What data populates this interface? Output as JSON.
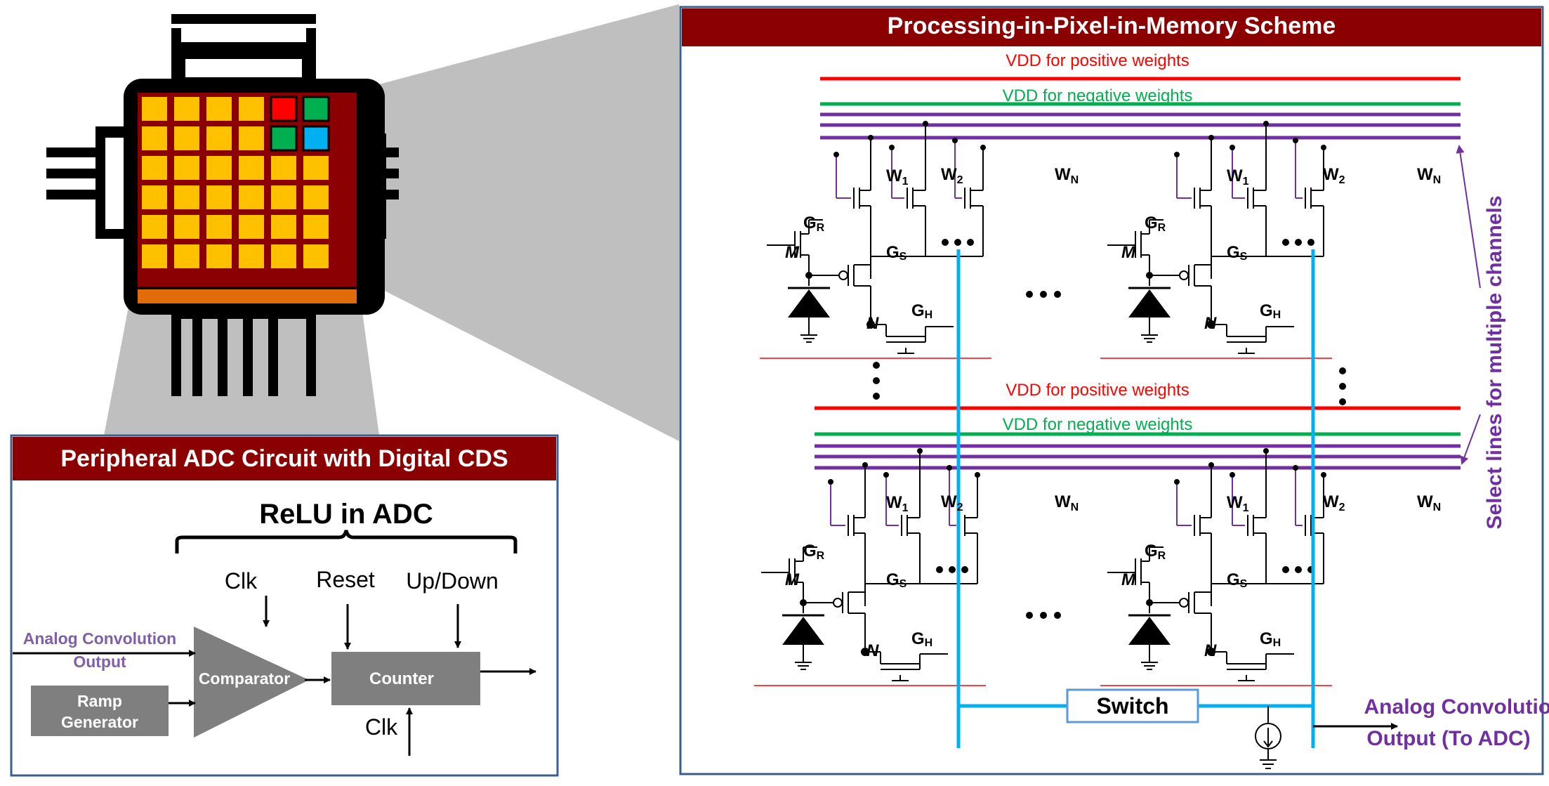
{
  "right_panel": {
    "title": "Processing-in-Pixel-in-Memory Scheme",
    "vdd_pos": "VDD for positive weights",
    "vdd_neg": "VDD for negative weights",
    "select_lines": "Select lines for multiple channels",
    "w1": "W",
    "w1_sub": "1",
    "w2": "W",
    "w2_sub": "2",
    "wn": "W",
    "wn_sub": "N",
    "gr": "G",
    "gr_sub": "R",
    "gs": "G",
    "gs_sub": "S",
    "gh": "G",
    "gh_sub": "H",
    "node_m": "M",
    "node_n": "N",
    "switch": "Switch",
    "output_line1": "Analog Convolution",
    "output_line2": "Output (To ADC)"
  },
  "left_panel": {
    "title": "Peripheral ADC Circuit with Digital CDS",
    "relu": "ReLU in ADC",
    "clk_top": "Clk",
    "reset": "Reset",
    "updown": "Up/Down",
    "clk_bottom": "Clk",
    "input_line1": "Analog Convolution",
    "input_line2": "Output",
    "ramp_line1": "Ramp",
    "ramp_line2": "Generator",
    "comparator": "Comparator",
    "counter": "Counter"
  },
  "colors": {
    "dark_red": "#8b0000",
    "panel_border": "#3a5f8f",
    "vdd_pos": "#ff0000",
    "vdd_neg": "#00b050",
    "select": "#7030a0",
    "output_bus": "#00b0f0",
    "pixel_yellow": "#ffc000",
    "chip_orange": "#e36c0a",
    "pixel_red": "#ff0000",
    "pixel_green": "#00b050",
    "pixel_blue": "#00b0f0",
    "block_gray": "#7f7f7f",
    "zoom_gray": "#bfbfbf"
  }
}
